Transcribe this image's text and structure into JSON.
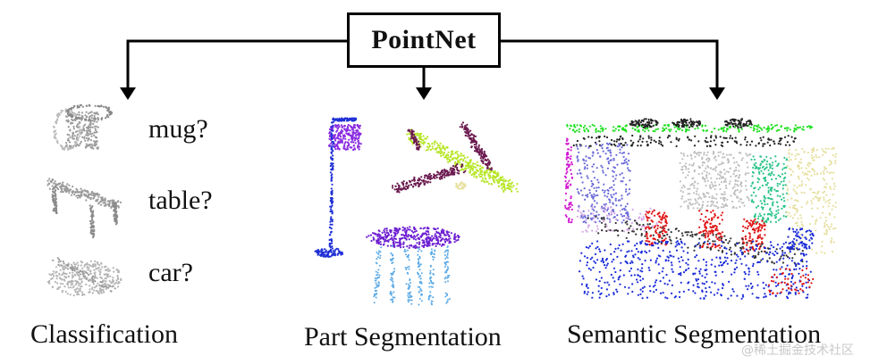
{
  "root": {
    "label": "PointNet"
  },
  "classification": {
    "label": "Classification",
    "items": [
      "mug?",
      "table?",
      "car?"
    ]
  },
  "part_segmentation": {
    "label": "Part Segmentation"
  },
  "semantic_segmentation": {
    "label": "Semantic Segmentation"
  },
  "watermark": "@稀土掘金技术社区",
  "colors": {
    "line": "#000000",
    "gray_cloud": "#9a9a9a",
    "lamp_purple": "#8a2be2",
    "lamp_blue": "#1f2fd6",
    "plane_green": "#b8e62a",
    "plane_maroon": "#6b1a4f",
    "table_purple": "#6d1fd1",
    "table_blue": "#5aa9e6",
    "room_green": "#22e022",
    "room_blue": "#1a2bd8",
    "room_red": "#e01414",
    "room_yellow": "#e6e0a0",
    "room_teal": "#2bc48a",
    "room_magenta": "#d01ad0",
    "room_gray": "#bfbfbf"
  }
}
